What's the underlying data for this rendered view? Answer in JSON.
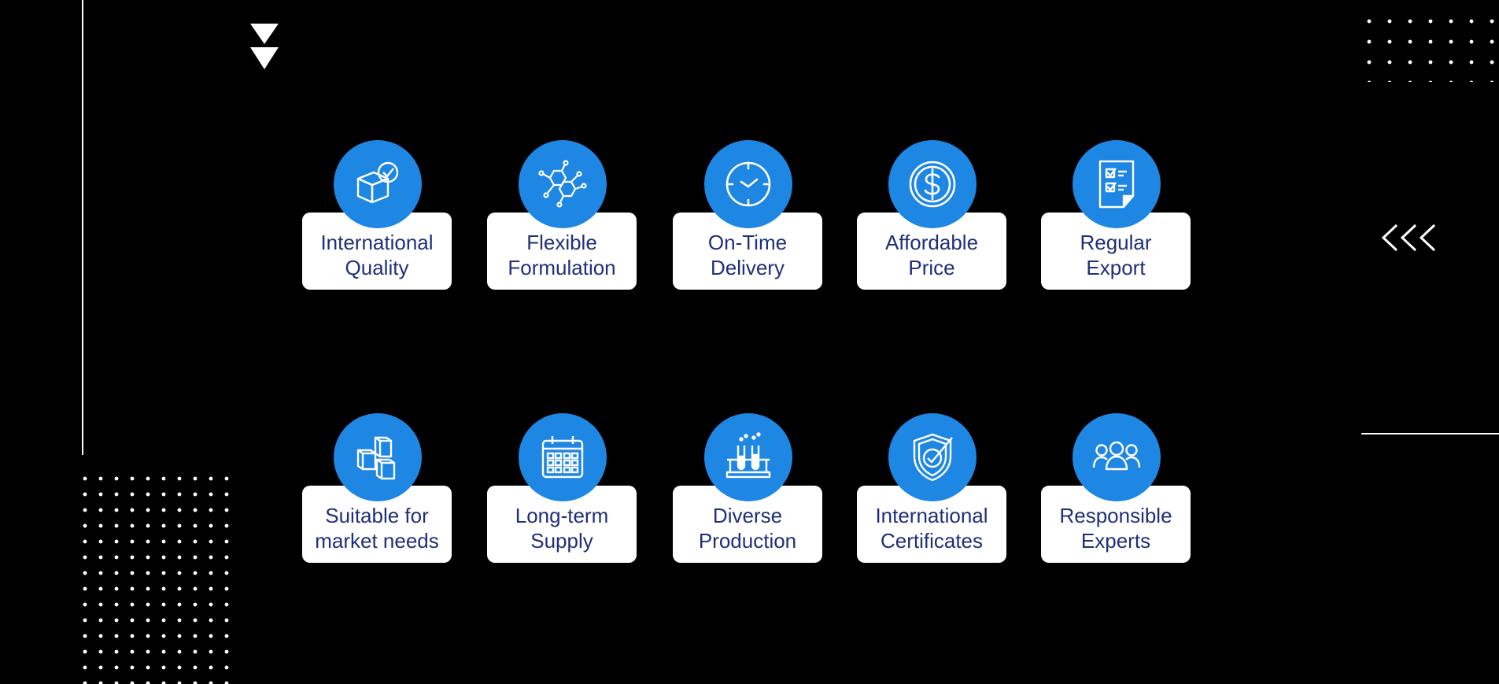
{
  "features": [
    {
      "label": "International\nQuality",
      "icon": "box-check-icon"
    },
    {
      "label": "Flexible\nFormulation",
      "icon": "molecule-icon"
    },
    {
      "label": "On-Time\nDelivery",
      "icon": "clock-icon"
    },
    {
      "label": "Affordable\nPrice",
      "icon": "dollar-icon"
    },
    {
      "label": "Regular\nExport",
      "icon": "checklist-icon"
    },
    {
      "label": "Suitable for\nmarket needs",
      "icon": "boxes-icon"
    },
    {
      "label": "Long-term\nSupply",
      "icon": "calendar-icon"
    },
    {
      "label": "Diverse\nProduction",
      "icon": "test-tubes-icon"
    },
    {
      "label": "International\nCertificates",
      "icon": "shield-check-icon"
    },
    {
      "label": "Responsible\nExperts",
      "icon": "team-icon"
    }
  ],
  "colors": {
    "background": "#000000",
    "accent_blue": "#1e86e3",
    "label_text": "#1f2f7a",
    "card": "#ffffff"
  }
}
